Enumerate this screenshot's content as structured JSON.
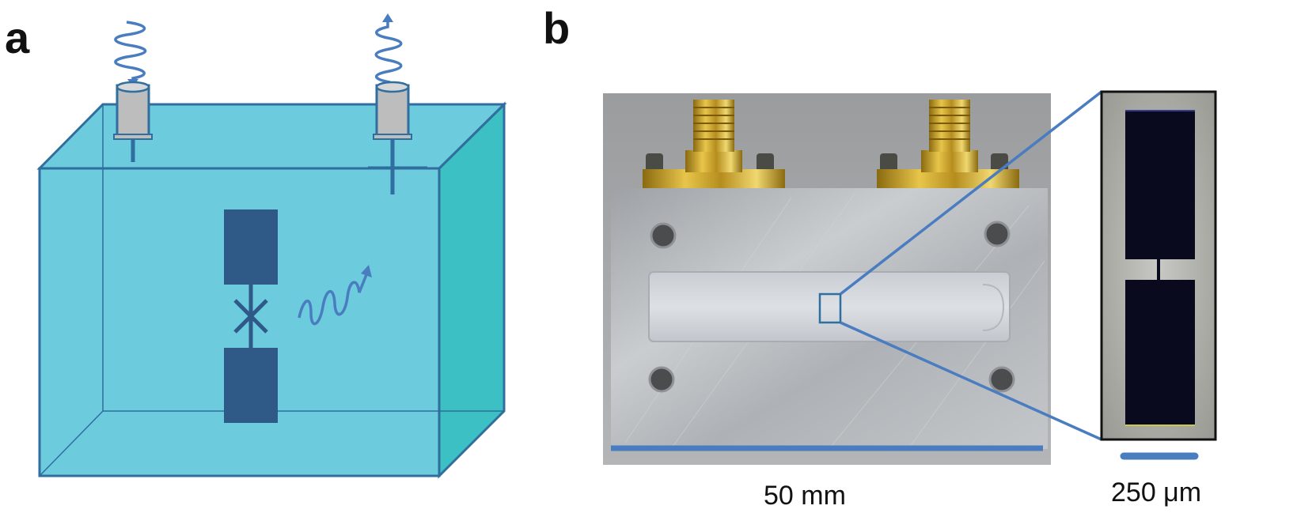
{
  "panels": {
    "a": {
      "label": "a"
    },
    "b": {
      "label": "b"
    }
  },
  "scale_bars": {
    "photo": {
      "label": "50 mm"
    },
    "inset": {
      "label": "250 μm"
    }
  },
  "colors": {
    "cavity_front": "#6ccbdc",
    "cavity_side": "#3cc0c4",
    "cavity_edge": "#2f6e9e",
    "qubit_pad": "#2f5a88",
    "wave": "#4a7cc0",
    "connector_body": "#bdbdbd",
    "scale_bar": "#4a7cc0",
    "metal": "#b8bcc0",
    "gold": "#c9a227"
  },
  "icons": {
    "input_port": "sma-connector-icon",
    "output_port": "sma-connector-icon",
    "junction": "josephson-junction-cross-icon",
    "emission": "photon-wave-icon"
  }
}
